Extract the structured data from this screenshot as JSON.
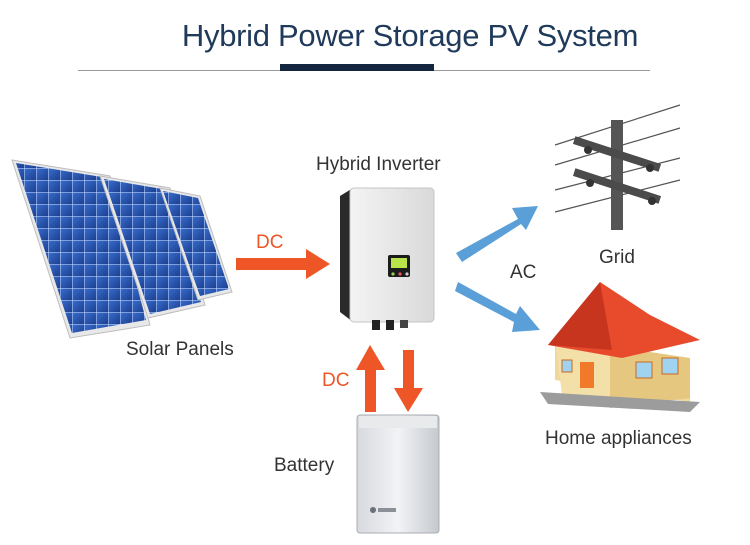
{
  "title": "Hybrid Power Storage PV System",
  "nodes": {
    "solar_panels": "Solar Panels",
    "hybrid_inverter": "Hybrid Inverter",
    "grid": "Grid",
    "home_appliances": "Home appliances",
    "battery": "Battery"
  },
  "flows": {
    "solar_to_inverter": "DC",
    "inverter_battery": "DC",
    "inverter_outputs": "AC"
  },
  "colors": {
    "title": "#1f3a5a",
    "dc_arrow": "#ee5527",
    "ac_arrow": "#5a9fd8"
  }
}
